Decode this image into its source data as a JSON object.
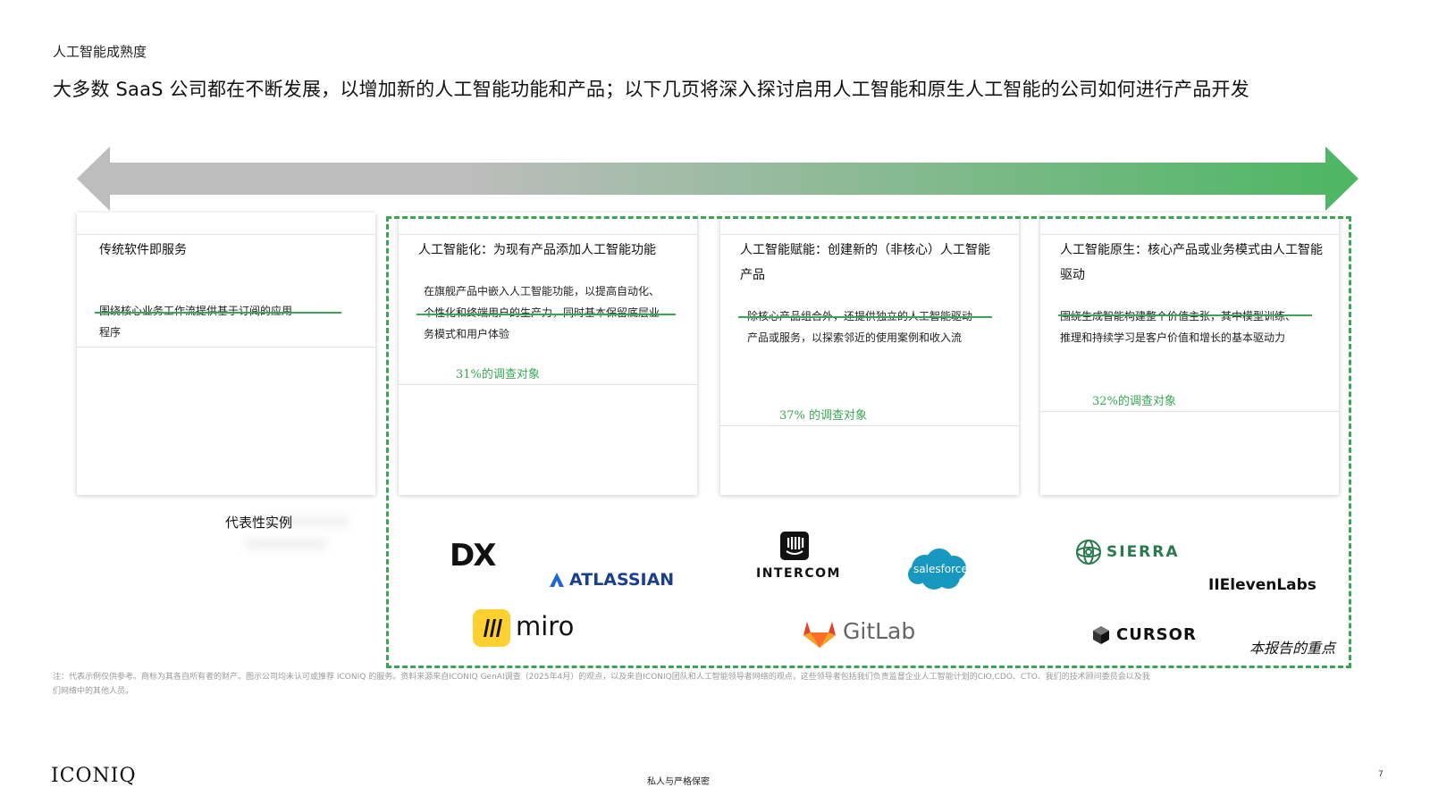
{
  "header": {
    "section_label": "人工智能成熟度",
    "headline": "大多数 SaaS 公司都在不断发展，以增加新的人工智能功能和产品；以下几页将深入探讨启用人工智能和原生人工智能的公司如何进行产品开发"
  },
  "colors": {
    "accent_green": "#3aa655",
    "arrow_gray": "#bdbdbd",
    "arrow_green": "#4cb662"
  },
  "stages": [
    {
      "title": "传统软件即服务",
      "title_line2": "",
      "desc_line1": "围绕核心业务工作流提供基于订阅的应用",
      "desc_line2": "程序",
      "desc_line3": "",
      "survey": ""
    },
    {
      "title": "人工智能化：为现有产品添加人工智能功能",
      "title_line2": "",
      "desc_line1": "在旗舰产品中嵌入人工智能功能，以提高自动化、",
      "desc_line2": "个性化和终端用户的生产力，同时基本保留底层业",
      "desc_line3": "务模式和用户体验",
      "survey": "31%的调查对象"
    },
    {
      "title": "人工智能赋能：创建新的（非核心）人工智能",
      "title_line2": "产品",
      "desc_line1": "除核心产品组合外，还提供独立的人工智能驱动",
      "desc_line2": "产品或服务，以探索邻近的使用案例和收入流",
      "desc_line3": "",
      "survey": "37% 的调查对象"
    },
    {
      "title": "人工智能原生：核心产品或业务模式由人工智能",
      "title_line2": "驱动",
      "desc_line1": "围绕生成智能构建整个价值主张，其中模型训练、",
      "desc_line2": "推理和持续学习是客户价值和增长的基本驱动力",
      "desc_line3": "",
      "survey": "32%的调查对象"
    }
  ],
  "examples_label": "代表性实例",
  "logos": {
    "dx": "DX",
    "atlassian": "ATLASSIAN",
    "miro": "miro",
    "intercom": "INTERCOM",
    "salesforce": "salesforce",
    "gitlab": "GitLab",
    "sierra": "SIERRA",
    "elevenlabs": "IIElevenLabs",
    "cursor": "CURSOR"
  },
  "focus_label": "本报告的重点",
  "footnote": "注：代表示例仅供参考。商标为其各自所有者的财产。图示公司均未认可或推荐 ICONIQ 的服务。资料来源来自ICONIQ GenAI调查（2025年4月）的观点，以及来自ICONIQ团队和人工智能领导者网络的观点，这些领导者包括我们负责监督企业人工智能计划的CIO,CDO、CTO、我们的技术顾问委员会以及我们网络中的其他人员。",
  "footer": {
    "brand": "ICONIQ",
    "confidential": "私人与严格保密",
    "page_number": "7"
  }
}
